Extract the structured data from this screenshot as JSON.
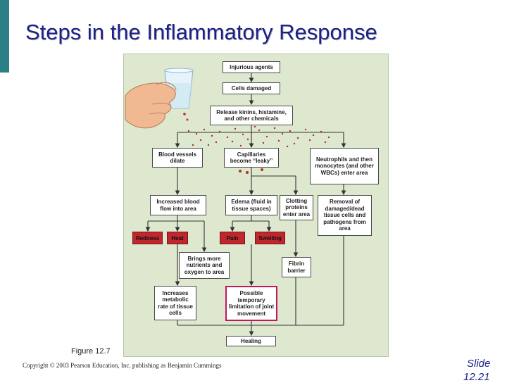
{
  "slide": {
    "title": "Steps in the Inflammatory Response",
    "figure_label": "Figure 12.7",
    "copyright": "Copyright © 2003 Pearson Education, Inc. publishing as Benjamin Cummings",
    "slide_label": "Slide",
    "slide_number": "12.21"
  },
  "diagram": {
    "injurious_agents": "Injurious agents",
    "cells_damaged": "Cells damaged",
    "release": "Release kinins, histamine, and other chemicals",
    "blood_vessels_dilate": "Blood vessels dilate",
    "capillaries_leaky": "Capillaries become “leaky”",
    "neutrophils": "Neutrophils and then monocytes (and other WBCs) enter area",
    "increased_blood_flow": "Increased blood flow into area",
    "edema": "Edema (fluid in tissue spaces)",
    "clotting_proteins": "Clotting proteins enter area",
    "removal": "Removal of damaged/dead tissue cells and pathogens from area",
    "redness": "Redness",
    "heat": "Heat",
    "pain": "Pain",
    "swelling": "Swelling",
    "brings_nutrients": "Brings more nutrients and oxygen to area",
    "fibrin_barrier": "Fibrin barrier",
    "metabolic_rate": "Increases metabolic rate of tissue cells",
    "joint_limitation": "Possible temporary limitation of joint movement",
    "healing": "Healing"
  },
  "colors": {
    "title": "#1b1f8a",
    "panel_background": "#dde8cf",
    "symptom_box": "#c0272d",
    "highlight_border": "#c2185b",
    "chemical_dots": "#b0302c"
  },
  "illustration": {
    "hand_with_glass": "hand holding a glass of water"
  }
}
